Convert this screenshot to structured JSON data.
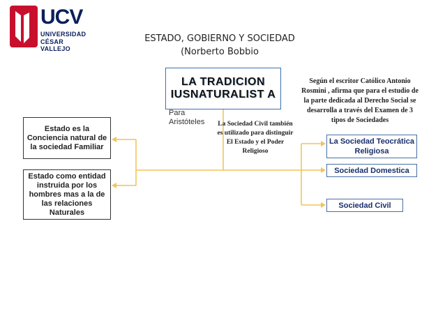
{
  "logo": {
    "main_text": "UCV",
    "line1": "UNIVERSIDAD",
    "line2": "CÉSAR VALLEJO",
    "accent_color": "#c8102e",
    "text_color": "#0a1f5c"
  },
  "header": {
    "title_line1": "ESTADO, GOBIERNO Y SOCIEDAD",
    "title_line2": "(Norberto Bobbio"
  },
  "central_node": {
    "label": "LA TRADICION IUSNATURALIST A"
  },
  "left_nodes": {
    "familiar": "Estado es la Conciencia natural de la sociedad Familiar",
    "natural": "Estado como entidad instruida por los hombres mas a la de las relaciones Naturales"
  },
  "annotations": {
    "para_aristoteles": "Para Aristóteles",
    "sociedad_civil_note": "La Sociedad Civil también es utilizado para distinguir El Estado y el Poder Religioso",
    "rosmini_note": "Según el escritor Católico Antonio Rosmini , afirma que para el estudio de la parte dedicada al Derecho Social se desarrolla a través del Examen de 3 tipos de Sociedades"
  },
  "right_nodes": {
    "teocratica": "La Sociedad Teocrática Religiosa",
    "domestica": "Sociedad Domestica",
    "civil": "Sociedad Civil"
  },
  "colors": {
    "connector": "#f2c45a",
    "central_border": "#3b6fb0",
    "right_text": "#1a2f6b"
  }
}
